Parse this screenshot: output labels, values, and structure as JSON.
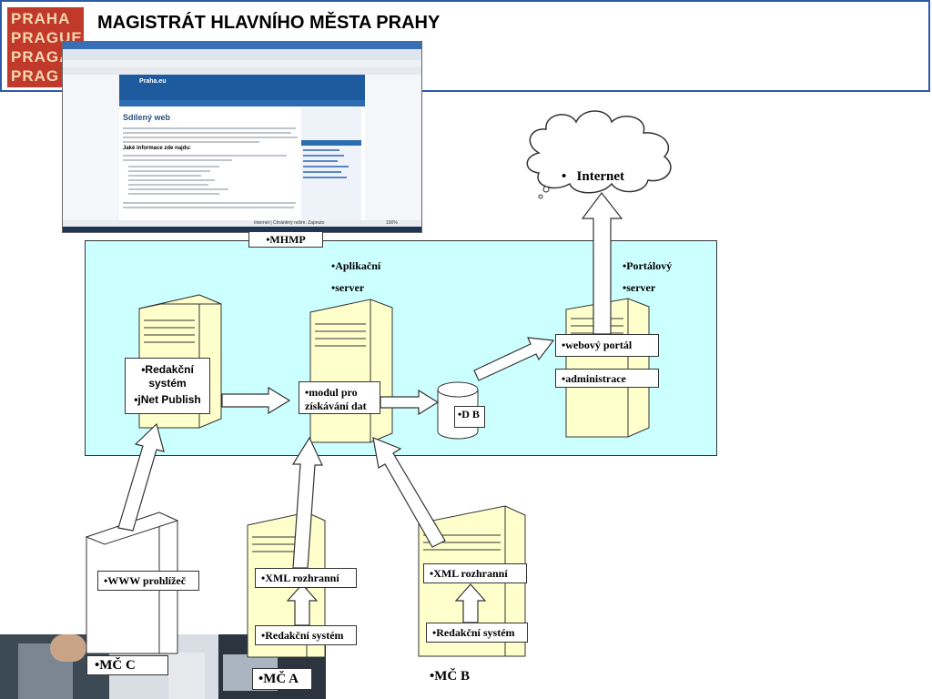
{
  "header": {
    "title": "MAGISTRÁT HLAVNÍHO MĚSTA PRAHY",
    "logo_lines": [
      "PRAHA",
      "PRAGUE",
      "PRAGA",
      "PRAG"
    ]
  },
  "screenshot": {
    "site_name": "Praha.eu",
    "page_heading": "Sdílený web",
    "subheading": "Jaké informace zde najdu:",
    "status": "Internet | Chráněný režim: Zapnuto",
    "zoom": "100%"
  },
  "diagram": {
    "mhmp_label": "•MHMP",
    "internet_label": "Internet",
    "app_server_label_1": "•Aplikační",
    "app_server_label_2": "•server",
    "portal_server_label_1": "•Portálový",
    "portal_server_label_2": "•server",
    "redakcni_system_box": "•Redakční systém",
    "jnet_label": "•jNet Publish",
    "modul_box": "•modul pro získávání dat",
    "db_label": "•D B",
    "webovy_portal": "•webový portál",
    "administrace": "•administrace",
    "www_prohlizec": "•WWW prohlížeč",
    "mc_c": "•MČ C",
    "mc_a": "•MČ A",
    "mc_b": "•MČ B",
    "xml_a": "•XML rozhranní",
    "xml_b": "•XML rozhranní",
    "redakcni_a": "•Redakční systém",
    "redakcni_b": "•Redakční systém"
  }
}
